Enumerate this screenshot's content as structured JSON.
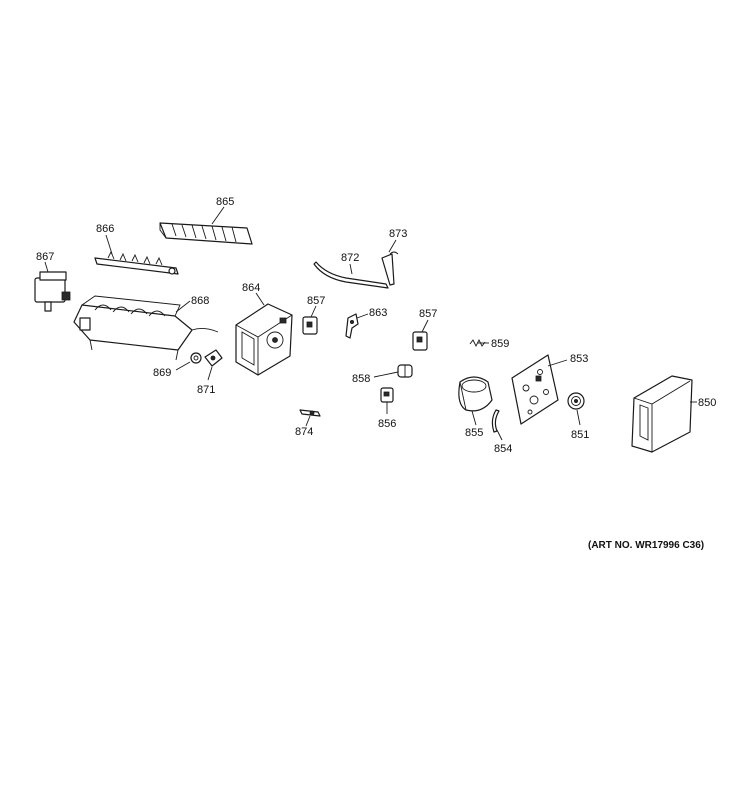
{
  "art_number": "(ART NO. WR17996 C36)",
  "callouts": {
    "p850": "850",
    "p851": "851",
    "p853": "853",
    "p854": "854",
    "p855": "855",
    "p856": "856",
    "p857a": "857",
    "p857b": "857",
    "p858": "858",
    "p859": "859",
    "p863": "863",
    "p864": "864",
    "p865": "865",
    "p866": "866",
    "p867": "867",
    "p868": "868",
    "p869": "869",
    "p871": "871",
    "p872": "872",
    "p873": "873",
    "p874": "874"
  }
}
